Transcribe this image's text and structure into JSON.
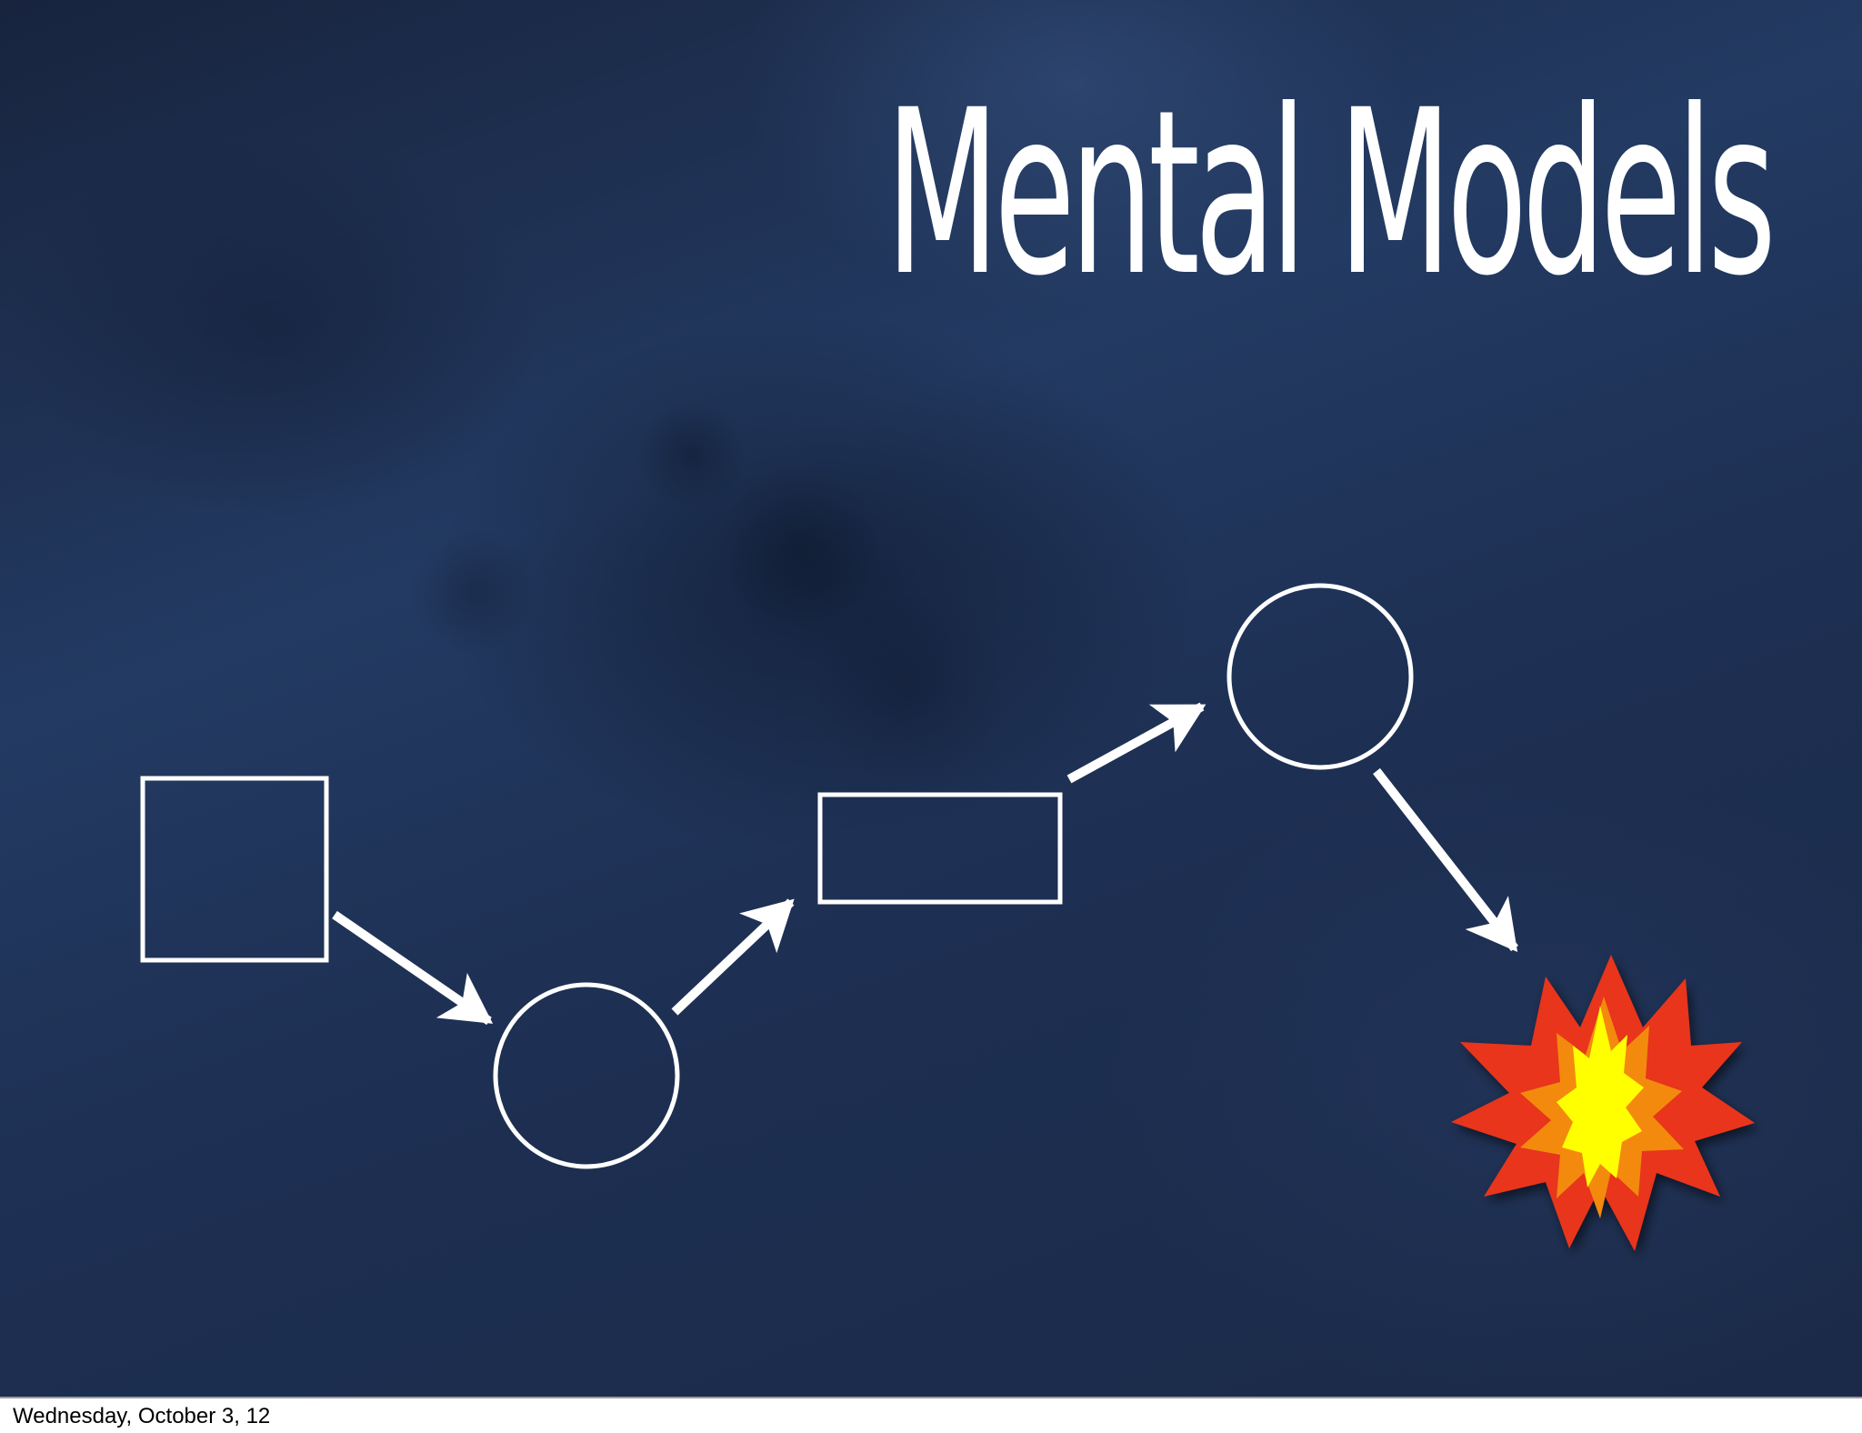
{
  "slide": {
    "title": "Mental Models"
  },
  "footer": {
    "date": "Wednesday, October 3, 12"
  },
  "diagram": {
    "nodes": [
      {
        "id": "square-1",
        "shape": "square"
      },
      {
        "id": "circle-1",
        "shape": "circle"
      },
      {
        "id": "rect-1",
        "shape": "rectangle"
      },
      {
        "id": "circle-2",
        "shape": "circle"
      },
      {
        "id": "explosion",
        "shape": "explosion-icon"
      }
    ],
    "edges": [
      {
        "from": "square-1",
        "to": "circle-1"
      },
      {
        "from": "circle-1",
        "to": "rect-1"
      },
      {
        "from": "rect-1",
        "to": "circle-2"
      },
      {
        "from": "circle-2",
        "to": "explosion"
      }
    ],
    "colors": {
      "background": "#1f3358",
      "stroke": "#ffffff",
      "explosion_outer": "#e8361a",
      "explosion_middle": "#f38a10",
      "explosion_inner": "#ffff00"
    }
  }
}
